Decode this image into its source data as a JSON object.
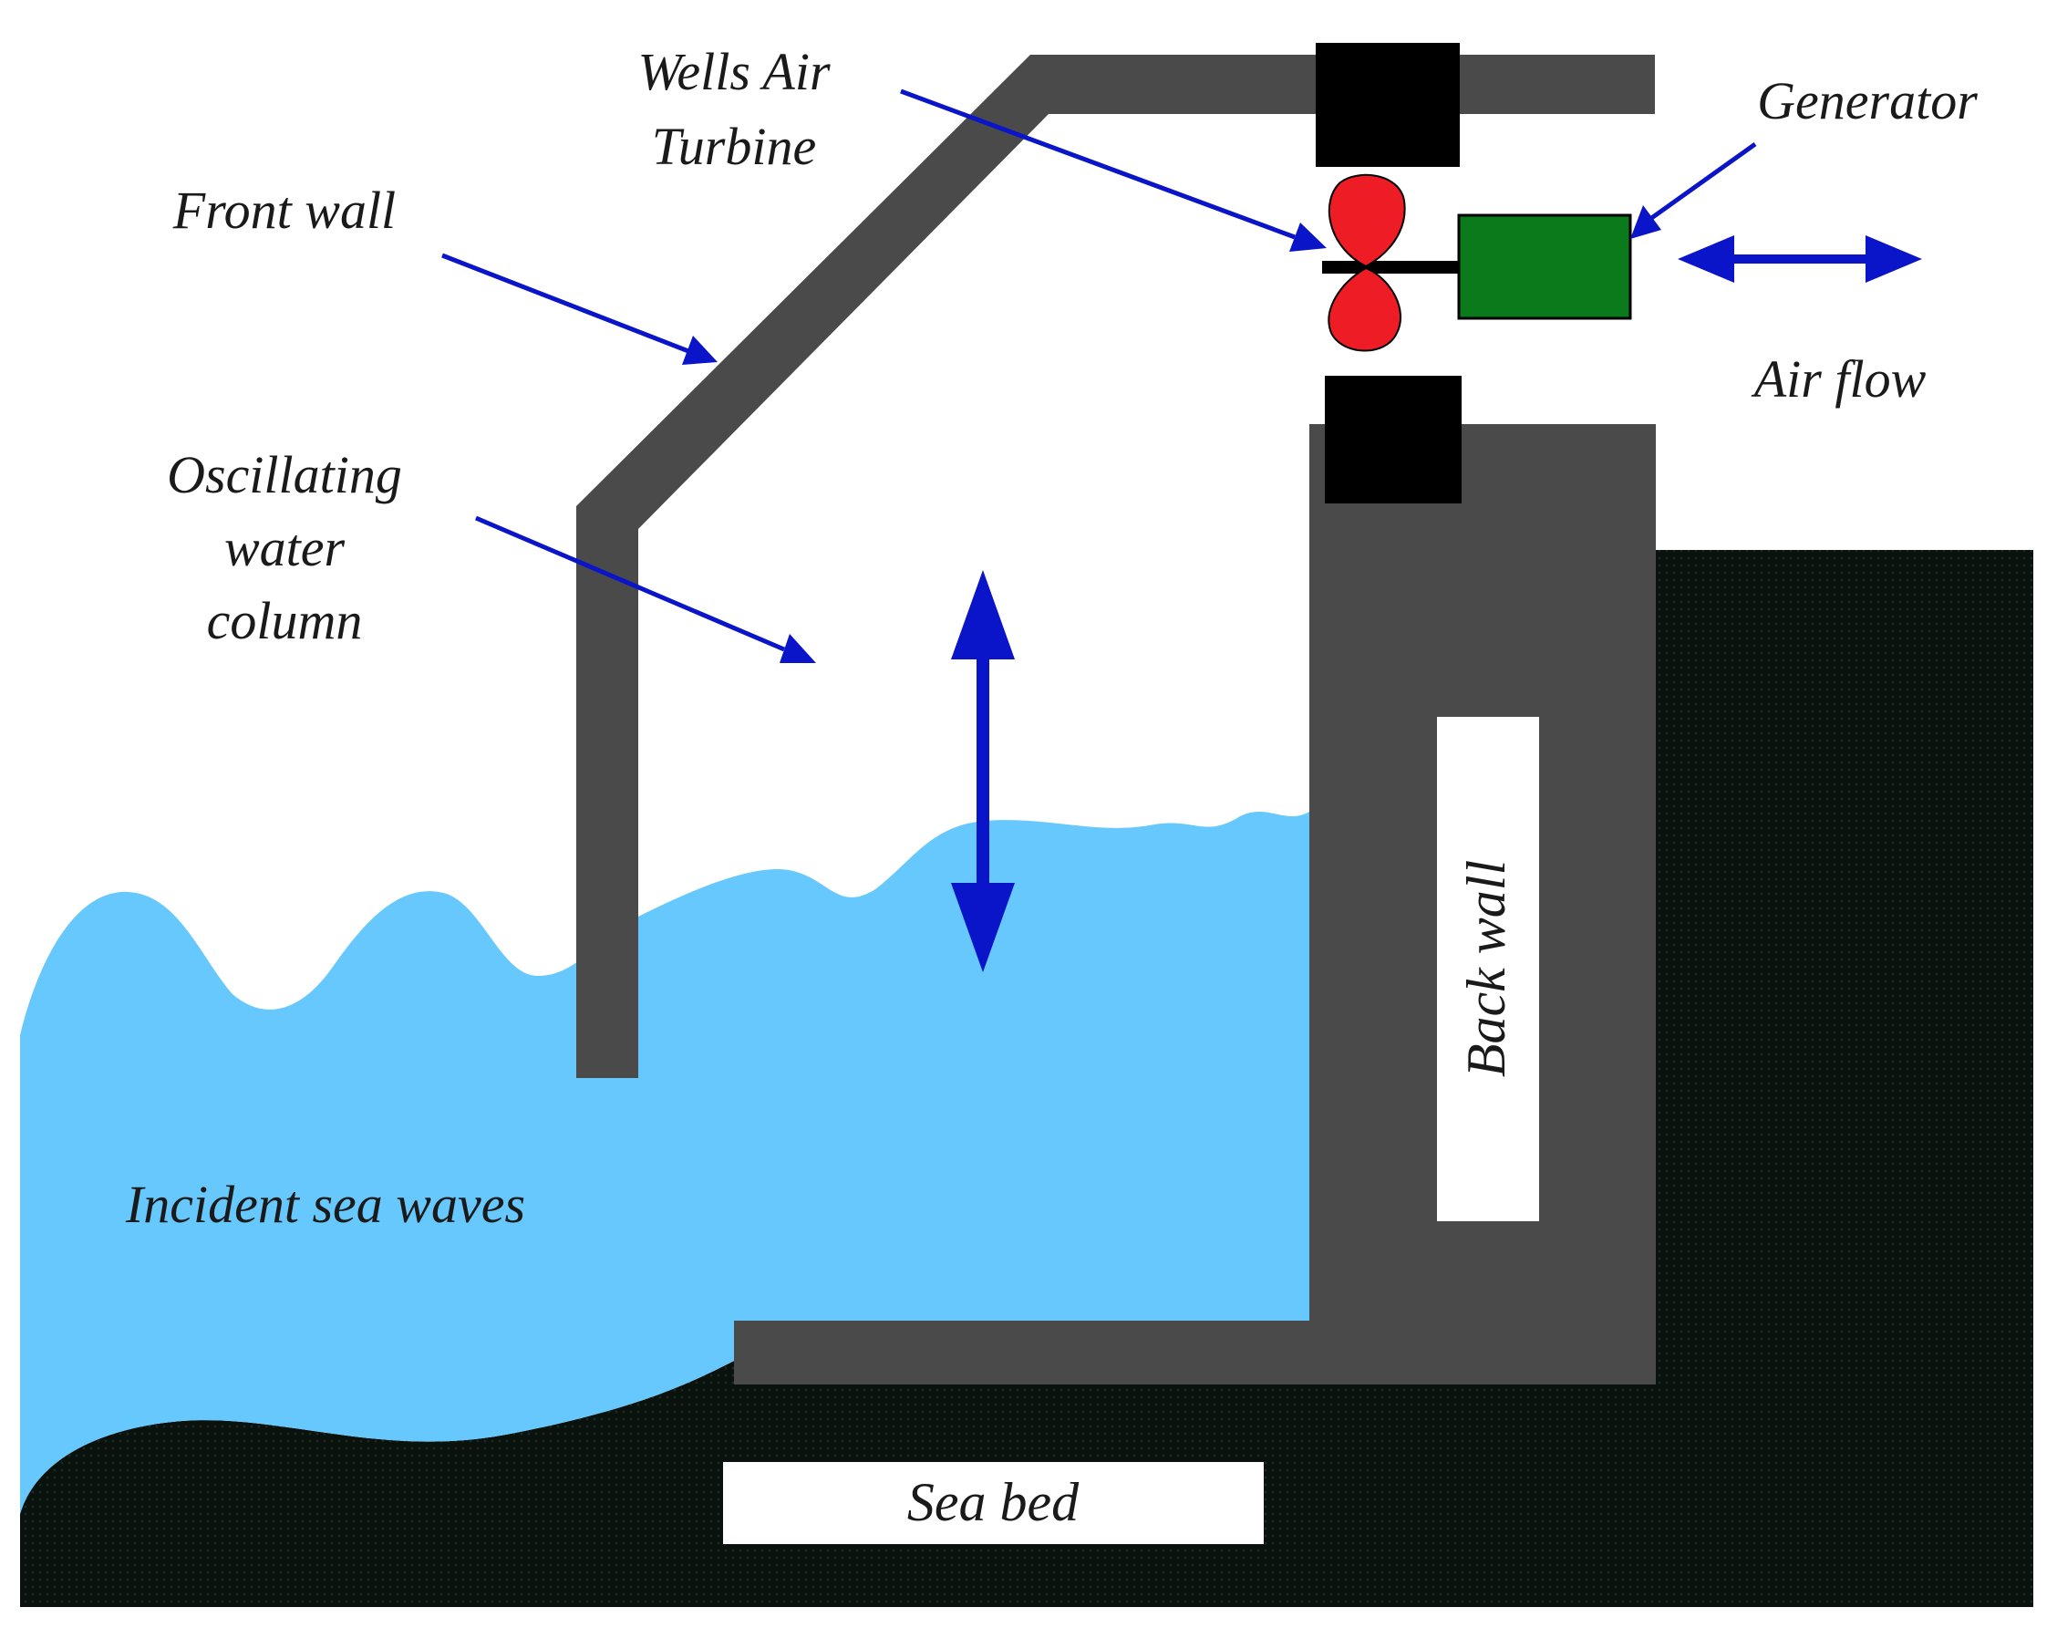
{
  "labels": {
    "wells_air_turbine_line1": "Wells Air",
    "wells_air_turbine_line2": "Turbine",
    "generator": "Generator",
    "front_wall": "Front wall",
    "owc_line1": "Oscillating",
    "owc_line2": "water",
    "owc_line3": "column",
    "air_flow": "Air flow",
    "back_wall": "Back wall",
    "incident_sea_waves": "Incident sea waves",
    "sea_bed": "Sea bed"
  },
  "colors": {
    "wall": "#4a4a4a",
    "water": "#66c8fc",
    "seabed": "#0c1410",
    "turbine": "#ee1c24",
    "generator": "#0b7a1a",
    "arrow": "#0a14c8",
    "duct_block": "#000000"
  }
}
